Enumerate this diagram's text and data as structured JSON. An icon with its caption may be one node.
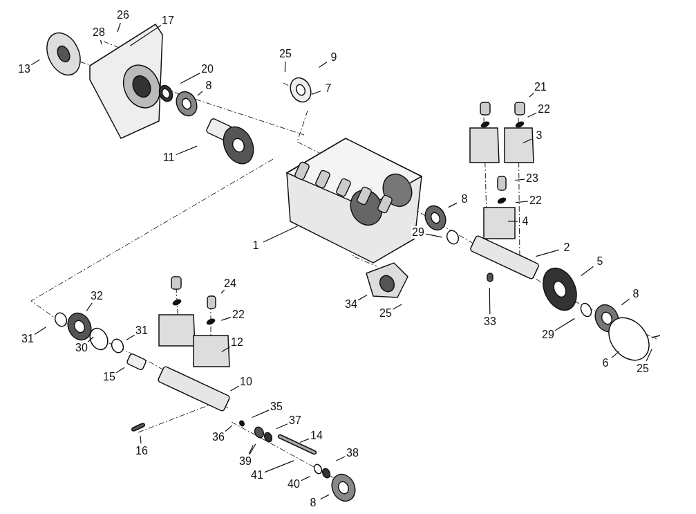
{
  "diagram": {
    "nodes": [
      {
        "text": [
          "28"
        ]
      },
      {
        "text": [
          "26"
        ]
      },
      {
        "text": [
          "17"
        ]
      },
      {
        "text": [
          "13"
        ]
      },
      {
        "text": [
          "20"
        ]
      },
      {
        "text": [
          "8"
        ]
      },
      {
        "text": [
          "11"
        ]
      },
      {
        "text": [
          "25"
        ]
      },
      {
        "text": [
          "9"
        ]
      },
      {
        "text": [
          "7"
        ]
      },
      {
        "text": [
          "21"
        ]
      },
      {
        "text": [
          "22"
        ]
      },
      {
        "text": [
          "3"
        ]
      },
      {
        "text": [
          "23"
        ]
      },
      {
        "text": [
          "22"
        ]
      },
      {
        "text": [
          "8"
        ]
      },
      {
        "text": [
          "4"
        ]
      },
      {
        "text": [
          "29"
        ]
      },
      {
        "text": [
          "1"
        ]
      },
      {
        "text": [
          "2"
        ]
      },
      {
        "text": [
          "5"
        ]
      },
      {
        "text": [
          "32"
        ]
      },
      {
        "text": [
          "24"
        ]
      },
      {
        "text": [
          "34"
        ]
      },
      {
        "text": [
          "25"
        ]
      },
      {
        "text": [
          "22"
        ]
      },
      {
        "text": [
          "33"
        ]
      },
      {
        "text": [
          "8"
        ]
      },
      {
        "text": [
          "31"
        ]
      },
      {
        "text": [
          "29"
        ]
      },
      {
        "text": [
          "31"
        ]
      },
      {
        "text": [
          "12"
        ]
      },
      {
        "text": [
          "30"
        ]
      },
      {
        "text": [
          "6"
        ]
      },
      {
        "text": [
          "25"
        ]
      },
      {
        "text": [
          "15"
        ]
      },
      {
        "text": [
          "10"
        ]
      },
      {
        "text": [
          "35"
        ]
      },
      {
        "text": [
          "37"
        ]
      },
      {
        "text": [
          "36"
        ]
      },
      {
        "text": [
          "14"
        ]
      },
      {
        "text": [
          "16"
        ]
      },
      {
        "text": [
          "38"
        ]
      },
      {
        "text": [
          "39"
        ]
      },
      {
        "text": [
          "41"
        ]
      },
      {
        "text": [
          "40"
        ]
      },
      {
        "text": [
          "8"
        ]
      }
    ],
    "edges": [
      {
        "from": 0,
        "to": null,
        "arrow": "none"
      },
      {
        "from": 1,
        "to": null,
        "arrow": "none"
      },
      {
        "from": 2,
        "to": null,
        "arrow": "none"
      },
      {
        "from": 3,
        "to": null,
        "arrow": "none"
      },
      {
        "from": 4,
        "to": null,
        "arrow": "none"
      },
      {
        "from": 5,
        "to": null,
        "arrow": "none"
      },
      {
        "from": 6,
        "to": null,
        "arrow": "none"
      },
      {
        "from": 7,
        "to": null,
        "arrow": "none"
      },
      {
        "from": 8,
        "to": null,
        "arrow": "none"
      },
      {
        "from": 9,
        "to": null,
        "arrow": "none"
      },
      {
        "from": 10,
        "to": null,
        "arrow": "none"
      },
      {
        "from": 11,
        "to": null,
        "arrow": "none"
      },
      {
        "from": 12,
        "to": null,
        "arrow": "none"
      },
      {
        "from": 13,
        "to": null,
        "arrow": "none"
      },
      {
        "from": 14,
        "to": null,
        "arrow": "none"
      },
      {
        "from": 15,
        "to": null,
        "arrow": "none"
      },
      {
        "from": 16,
        "to": null,
        "arrow": "none"
      },
      {
        "from": 17,
        "to": null,
        "arrow": "none"
      },
      {
        "from": 18,
        "to": null,
        "arrow": "none"
      },
      {
        "from": 19,
        "to": null,
        "arrow": "none"
      },
      {
        "from": 20,
        "to": null,
        "arrow": "none"
      },
      {
        "from": 21,
        "to": null,
        "arrow": "none"
      },
      {
        "from": 22,
        "to": null,
        "arrow": "none"
      },
      {
        "from": 23,
        "to": null,
        "arrow": "none"
      },
      {
        "from": 24,
        "to": null,
        "arrow": "none"
      },
      {
        "from": 25,
        "to": null,
        "arrow": "none"
      },
      {
        "from": 26,
        "to": null,
        "arrow": "none"
      },
      {
        "from": 27,
        "to": null,
        "arrow": "none"
      },
      {
        "from": 28,
        "to": null,
        "arrow": "none"
      },
      {
        "from": 29,
        "to": null,
        "arrow": "none"
      },
      {
        "from": 30,
        "to": null,
        "arrow": "none"
      },
      {
        "from": 31,
        "to": null,
        "arrow": "none"
      },
      {
        "from": 32,
        "to": null,
        "arrow": "none"
      },
      {
        "from": 33,
        "to": null,
        "arrow": "none"
      },
      {
        "from": 34,
        "to": null,
        "arrow": "none"
      },
      {
        "from": 35,
        "to": null,
        "arrow": "none"
      },
      {
        "from": 36,
        "to": null,
        "arrow": "none"
      },
      {
        "from": 37,
        "to": null,
        "arrow": "none"
      },
      {
        "from": 38,
        "to": null,
        "arrow": "none"
      },
      {
        "from": 39,
        "to": null,
        "arrow": "none"
      },
      {
        "from": 40,
        "to": null,
        "arrow": "none"
      },
      {
        "from": 41,
        "to": null,
        "arrow": "none"
      },
      {
        "from": 42,
        "to": null,
        "arrow": "none"
      },
      {
        "from": 43,
        "to": null,
        "arrow": "none"
      },
      {
        "from": 43,
        "to": null,
        "arrow": "none"
      },
      {
        "from": 44,
        "to": null,
        "arrow": "none"
      },
      {
        "from": 45,
        "to": null,
        "arrow": "none"
      },
      {
        "from": 46,
        "to": null,
        "arrow": "none"
      }
    ]
  }
}
